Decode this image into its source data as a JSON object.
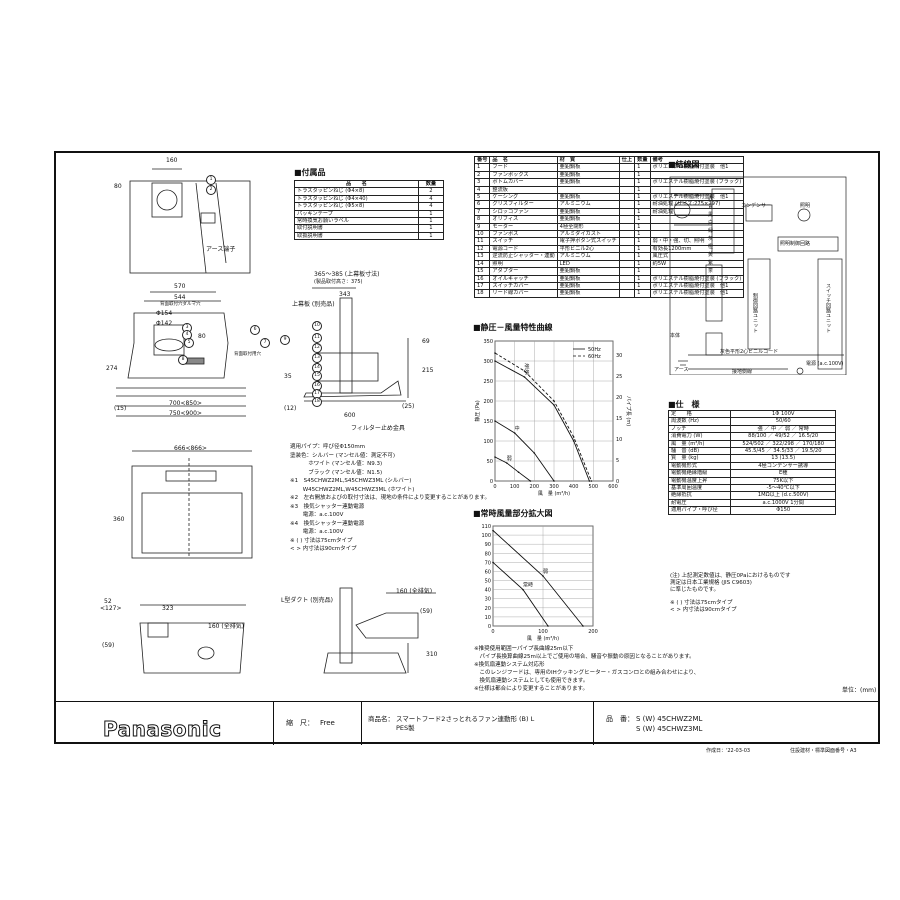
{
  "accessories": {
    "title": "■付属品",
    "headers": [
      "品　　名",
      "数量"
    ],
    "rows": [
      [
        "トラスタッピンねじ (Φ4×8)",
        "2"
      ],
      [
        "トラスタッピンねじ (Φ4×40)",
        "4"
      ],
      [
        "トラスタッピンねじ (Φ5×8)",
        "4"
      ],
      [
        "パッキンテープ",
        "1"
      ],
      [
        "常時換気お願いラベル",
        "1"
      ],
      [
        "取付説明書",
        "1"
      ],
      [
        "取扱説明書",
        "1"
      ]
    ]
  },
  "parts": {
    "headers": [
      "番号",
      "品　名",
      "材　質",
      "仕上",
      "数量",
      "備考"
    ],
    "rows": [
      [
        "1",
        "フード",
        "亜鉛鋼板",
        "1",
        "ポリエステル樹脂焼付塗装　他1"
      ],
      [
        "2",
        "ファンボックス",
        "亜鉛鋼板",
        "1",
        ""
      ],
      [
        "3",
        "ボトムカバー",
        "亜鉛鋼板",
        "1",
        "ポリエステル樹脂焼付塗装 (ブラック)"
      ],
      [
        "4",
        "整流板",
        "",
        "1",
        ""
      ],
      [
        "5",
        "ケーシング",
        "亜鉛鋼板",
        "1",
        "ポリエステル樹脂焼付塗装　他1"
      ],
      [
        "6",
        "グリスフィルター",
        "アルミニウム",
        "1",
        "耐油処理 (サイズ:275×297)"
      ],
      [
        "7",
        "シロッコファン",
        "亜鉛鋼板",
        "1",
        "耐油処理"
      ],
      [
        "8",
        "オリフィス",
        "亜鉛鋼板",
        "1",
        ""
      ],
      [
        "9",
        "モーター",
        "4極全閉形",
        "1",
        ""
      ],
      [
        "10",
        "ファンボス",
        "アルミダイカスト",
        "1",
        ""
      ],
      [
        "11",
        "スイッチ",
        "電子押ボタン式スイッチ",
        "1",
        "弱・中・強、切、照明"
      ],
      [
        "12",
        "電源コード",
        "平形ビニル2心",
        "1",
        "有効長1200mm"
      ],
      [
        "13",
        "逆流防止シャッター・連動",
        "アルミニウム",
        "1",
        "風圧式"
      ],
      [
        "14",
        "照明",
        "LED",
        "1",
        "約5W"
      ],
      [
        "15",
        "アダプター",
        "亜鉛鋼板",
        "1",
        ""
      ],
      [
        "16",
        "オイルキャッチ",
        "亜鉛鋼板",
        "1",
        "ポリエステル樹脂焼付塗装 (ブラック)"
      ],
      [
        "17",
        "スイッチカバー",
        "亜鉛鋼板",
        "1",
        "ポリエステル樹脂焼付塗装　他1"
      ],
      [
        "18",
        "リード線カバー",
        "亜鉛鋼板",
        "1",
        "ポリエステル樹脂焼付塗装　他1"
      ]
    ]
  },
  "wiring": {
    "title": "■結線図",
    "labels": [
      "コンデンサー",
      "照明",
      "照明制御回路",
      "制御回路ユニット",
      "スイッチ回路ユニット",
      "本体",
      "アース",
      "灰色平形2心ビニルコード",
      "電源 (a.c.100V)",
      "接地側線",
      "赤",
      "青",
      "黒",
      "白",
      "緑",
      "灰",
      "橙",
      "黄",
      "紫",
      "茶"
    ]
  },
  "static_curve": {
    "title": "■静圧－風量特性曲線",
    "ylabel": "静圧 (Pa)",
    "y2label": "パイプ長 (m)",
    "xlabel": "風　量 (m³/h)",
    "legend": [
      "50Hz",
      "60Hz"
    ],
    "curve_labels": [
      "強",
      "中",
      "弱"
    ]
  },
  "continuous_curve": {
    "title": "■常時風量部分拡大図",
    "xlabel": "風　量 (m³/h)",
    "curve_labels": [
      "常時",
      "弱"
    ]
  },
  "chart_data": [
    {
      "type": "line",
      "title": "静圧－風量特性曲線",
      "xlabel": "風　量 (m³/h)",
      "ylabel": "静圧 (Pa)",
      "xlim": [
        0,
        600
      ],
      "ylim": [
        0,
        350
      ],
      "x_ticks": [
        0,
        100,
        200,
        300,
        400,
        500,
        600
      ],
      "y_ticks": [
        0,
        50,
        100,
        150,
        200,
        250,
        300,
        350
      ],
      "y2_ticks": [
        0,
        5,
        10,
        15,
        20,
        25,
        30
      ],
      "y2label": "パイプ長 (m)",
      "legend": "top-right",
      "series": [
        {
          "name": "50Hz",
          "label": "強",
          "x": [
            0,
            150,
            300,
            400,
            480
          ],
          "y": [
            300,
            260,
            190,
            100,
            0
          ]
        },
        {
          "name": "60Hz",
          "label": "強",
          "x": [
            0,
            150,
            300,
            400,
            490
          ],
          "y": [
            320,
            275,
            200,
            110,
            0
          ]
        },
        {
          "name": "50Hz",
          "label": "中",
          "x": [
            0,
            100,
            200,
            300
          ],
          "y": [
            150,
            120,
            70,
            0
          ]
        },
        {
          "name": "50Hz",
          "label": "弱",
          "x": [
            0,
            60,
            120,
            180
          ],
          "y": [
            60,
            45,
            22,
            0
          ]
        }
      ]
    },
    {
      "type": "line",
      "title": "常時風量部分拡大図",
      "xlabel": "風　量 (m³/h)",
      "xlim": [
        0,
        200
      ],
      "ylim": [
        0,
        110
      ],
      "x_ticks": [
        0,
        100,
        200
      ],
      "y_ticks": [
        0,
        10,
        20,
        30,
        40,
        50,
        60,
        70,
        80,
        90,
        100,
        110
      ],
      "series": [
        {
          "label": "常時",
          "x": [
            0,
            60,
            110
          ],
          "y": [
            70,
            40,
            0
          ]
        },
        {
          "label": "弱",
          "x": [
            0,
            100,
            180
          ],
          "y": [
            105,
            55,
            0
          ]
        }
      ]
    }
  ],
  "spec": {
    "title": "■仕　様",
    "rows": [
      [
        "定　　格",
        "1Φ 100V"
      ],
      [
        "周波数 (Hz)",
        "50/60"
      ],
      [
        "ノッチ",
        "強 ／ 中 ／ 弱 ／ 常時"
      ],
      [
        "消費電力 (W)",
        "88/100 ／ 49/52 ／ 16.5/20"
      ],
      [
        "風　量 (m³/h)",
        "524/502 ／ 322/298 ／ 170/180"
      ],
      [
        "騒　音 (dB)",
        "45.5/45 ／ 34.5/33 ／ 19.5/20"
      ],
      [
        "質　量 (kg)",
        "13 (13.5)"
      ],
      [
        "電動機形式",
        "4極コンデンサー誘導"
      ],
      [
        "電動機絶縁階級",
        "E種"
      ],
      [
        "電動機温度上昇",
        "75K以下"
      ],
      [
        "基準周囲温度",
        "-5～40℃以下"
      ],
      [
        "絶縁抵抗",
        "1MΩ以上 (d.c.500V)"
      ],
      [
        "耐電圧",
        "a.c.1000V 1分間"
      ],
      [
        "適用パイプ・呼び径",
        "Φ150"
      ]
    ],
    "notes": [
      "(注) 上記測定数値は、静圧0Paにおけるものです",
      "測定は日本工業規格 (JIS C9603)",
      "に準じたものです。",
      "※ ( ) 寸法は75cmタイプ",
      "< > 内寸法は90cmタイプ"
    ]
  },
  "general_notes": [
    "適用パイプ：呼び径Φ150mm",
    "塗装色：シルバー (マンセル値：測定不可)",
    "　　　 ホワイト (マンセル値：N9.3)",
    "　　　 ブラック (マンセル値：N1.5)",
    "※1　S45CHWZ2ML,S45CHWZ3ML (シルバー)",
    "　　 W45CHWZ2ML,W45CHWZ3ML (ホワイト)",
    "※2　左右開放およびの取付寸法は、現地の条件により変更することがあります。",
    "※3　換気シャッター連動電源",
    "　　 電源：a.c.100V",
    "※4　換気シャッター連動電源",
    "　　 電源：a.c.100V",
    "※ ( ) 寸法は75cmタイプ",
    "< > 内寸法は90cmタイプ"
  ],
  "bottom_notes": [
    "※推奨使用範囲ーパイプ長曲線25m以下",
    "　パイプ長換算曲線25m以上でご使用の場合、騒音や振動の原因となることがあります。",
    "※換気扇連動システム対応形",
    "　このレンジフードは、専用のIHクッキングヒーター・ガスコンロとの組み合わせにより、",
    "　換気扇連動システムとしても使用できます。",
    "※仕様は都合により変更することがあります。"
  ],
  "unit_note": "単位：(mm)",
  "drawing_labels": {
    "top_dims": [
      "160",
      "80"
    ],
    "earth_terminal": "アース端子",
    "front_dims": [
      "570",
      "544",
      "700<850>",
      "750<900>",
      "274",
      "(15)"
    ],
    "front_callouts": [
      "Φ154",
      "Φ142",
      "80",
      "背面取付穴ダルマ穴",
      "背面取付用穴"
    ],
    "side_dims": [
      "365～385 (上幕板寸法)",
      "(製品取付高さ：375)",
      "343",
      "69",
      "215",
      "35",
      "(12)",
      "600",
      "(25)"
    ],
    "side_labels": [
      "上幕板 (別売品)",
      "フィルター止め金具"
    ],
    "bottom_dims": [
      "666<866>",
      "360"
    ],
    "lower_dims": [
      "52",
      "<127>",
      "323",
      "160 (全排気)",
      "(59)"
    ],
    "lower_side_dims": [
      "160 (全排気)",
      "(59)",
      "310"
    ],
    "duct_label": "L型ダクト (別売品)",
    "circles": [
      "1",
      "2",
      "3",
      "4",
      "5",
      "6",
      "7",
      "8",
      "9",
      "10",
      "11",
      "12",
      "13",
      "14",
      "15",
      "16",
      "17",
      "18"
    ]
  },
  "title_block": {
    "brand": "Panasonic",
    "scale_label": "縮　尺：",
    "scale_value": "Free",
    "product_label": "商品名：",
    "product_name": "スマートフード2さっとれるファン連動形 (B) L",
    "product_sub": "PES製",
    "model_label": "品　番：",
    "models": [
      "S (W) 45CHWZ2ML",
      "S (W) 45CHWZ3ML"
    ],
    "created": "作成日：'22-03-03",
    "company": "住設建材・標準図面番号・A3"
  }
}
